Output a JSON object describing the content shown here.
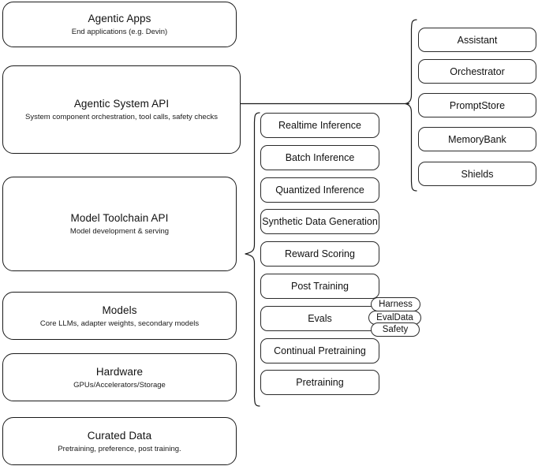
{
  "diagram": {
    "background_color": "#ffffff",
    "line_color": "#1a1a1a",
    "layers": [
      {
        "name": "agentic-apps",
        "title": "Agentic Apps",
        "subtitle": "End applications (e.g. Devin)"
      },
      {
        "name": "agentic-system-api",
        "title": "Agentic System API",
        "subtitle": "System component orchestration, tool calls, safety checks"
      },
      {
        "name": "model-toolchain-api",
        "title": "Model Toolchain API",
        "subtitle": "Model development & serving"
      },
      {
        "name": "models",
        "title": "Models",
        "subtitle": "Core LLMs, adapter weights, secondary models"
      },
      {
        "name": "hardware",
        "title": "Hardware",
        "subtitle": "GPUs/Accelerators/Storage"
      },
      {
        "name": "curated-data",
        "title": "Curated Data",
        "subtitle": "Pretraining, preference, post training."
      }
    ],
    "toolchain_capabilities": [
      {
        "name": "realtime-inference",
        "label": "Realtime Inference"
      },
      {
        "name": "batch-inference",
        "label": "Batch Inference"
      },
      {
        "name": "quantized-inference",
        "label": "Quantized Inference"
      },
      {
        "name": "synthetic-data-generation",
        "label": "Synthetic Data Generation"
      },
      {
        "name": "reward-scoring",
        "label": "Reward Scoring"
      },
      {
        "name": "post-training",
        "label": "Post Training"
      },
      {
        "name": "evals",
        "label": "Evals"
      },
      {
        "name": "continual-pretraining",
        "label": "Continual Pretraining"
      },
      {
        "name": "pretraining",
        "label": "Pretraining"
      }
    ],
    "evals_subcomponents": [
      {
        "name": "harness",
        "label": "Harness"
      },
      {
        "name": "evaldata",
        "label": "EvalData"
      },
      {
        "name": "safety",
        "label": "Safety"
      }
    ],
    "system_components": [
      {
        "name": "assistant",
        "label": "Assistant"
      },
      {
        "name": "orchestrator",
        "label": "Orchestrator"
      },
      {
        "name": "promptstore",
        "label": "PromptStore"
      },
      {
        "name": "memorybank",
        "label": "MemoryBank"
      },
      {
        "name": "shields",
        "label": "Shields"
      }
    ]
  }
}
